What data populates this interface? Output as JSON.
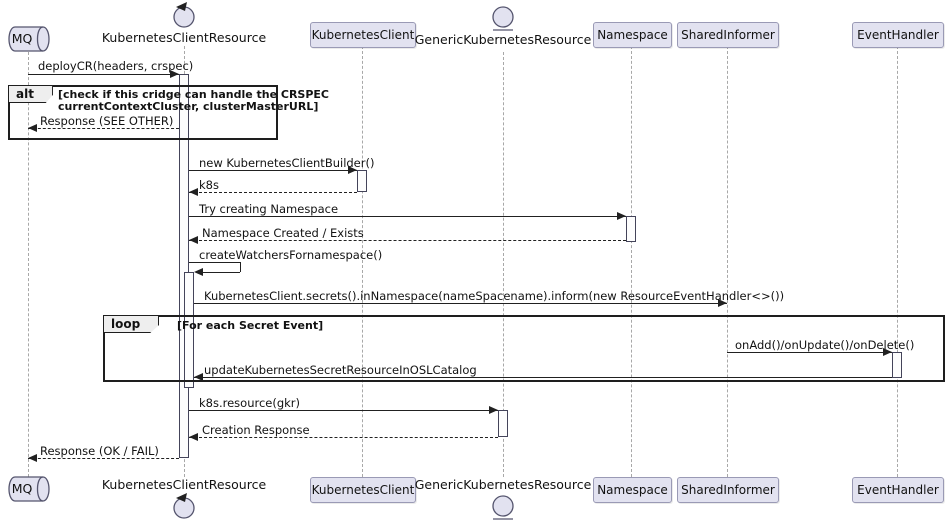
{
  "diagram": {
    "kind": "sequence-diagram",
    "colors": {
      "participant_fill": "#E2E2F0",
      "participant_border": "#9A9AB5",
      "message_line": "#212121",
      "lifeline": "#A8A8A8",
      "fragment_border": "#1E1E1E",
      "fragment_tab_fill": "#EEEEEE",
      "activation_fill": "#FDFDFD"
    },
    "participants": [
      {
        "name": "MQ",
        "kind": "queue"
      },
      {
        "name": "KubernetesClientResource",
        "kind": "control"
      },
      {
        "name": "KubernetesClient",
        "kind": "participant"
      },
      {
        "name": "GenericKubernetesResource",
        "kind": "entity"
      },
      {
        "name": "Namespace",
        "kind": "participant"
      },
      {
        "name": "SharedInformer",
        "kind": "participant"
      },
      {
        "name": "EventHandler",
        "kind": "participant"
      }
    ],
    "fragments": [
      {
        "operator": "alt",
        "condition_lines": [
          "[check if this cridge can handle the CRSPEC",
          "currentContextCluster, clusterMasterURL]"
        ]
      },
      {
        "operator": "loop",
        "condition_lines": [
          "[For each Secret Event]"
        ]
      }
    ],
    "messages": [
      {
        "from": "MQ",
        "to": "KubernetesClientResource",
        "label": "deployCR(headers, crspec)",
        "style": "solid"
      },
      {
        "from": "KubernetesClientResource",
        "to": "MQ",
        "label": "Response (SEE OTHER)",
        "style": "dashed"
      },
      {
        "from": "KubernetesClientResource",
        "to": "KubernetesClient",
        "label": "new KubernetesClientBuilder()",
        "style": "solid"
      },
      {
        "from": "KubernetesClient",
        "to": "KubernetesClientResource",
        "label": "k8s",
        "style": "dashed"
      },
      {
        "from": "KubernetesClientResource",
        "to": "Namespace",
        "label": "Try creating Namespace",
        "style": "solid"
      },
      {
        "from": "Namespace",
        "to": "KubernetesClientResource",
        "label": "Namespace Created / Exists",
        "style": "dashed"
      },
      {
        "from": "KubernetesClientResource",
        "to": "KubernetesClientResource",
        "label": "createWatchersFornamespace()",
        "style": "self"
      },
      {
        "from": "KubernetesClientResource",
        "to": "SharedInformer",
        "label": "KubernetesClient.secrets().inNamespace(nameSpacename).inform(new ResourceEventHandler<>())",
        "style": "solid"
      },
      {
        "from": "SharedInformer",
        "to": "EventHandler",
        "label": "onAdd()/onUpdate()/onDelete()",
        "style": "solid"
      },
      {
        "from": "EventHandler",
        "to": "KubernetesClientResource",
        "label": "updateKubernetesSecretResourceInOSLCatalog",
        "style": "solid"
      },
      {
        "from": "KubernetesClientResource",
        "to": "GenericKubernetesResource",
        "label": "k8s.resource(gkr)",
        "style": "solid"
      },
      {
        "from": "GenericKubernetesResource",
        "to": "KubernetesClientResource",
        "label": "Creation Response",
        "style": "dashed"
      },
      {
        "from": "KubernetesClientResource",
        "to": "MQ",
        "label": "Response (OK / FAIL)",
        "style": "dashed"
      }
    ]
  }
}
